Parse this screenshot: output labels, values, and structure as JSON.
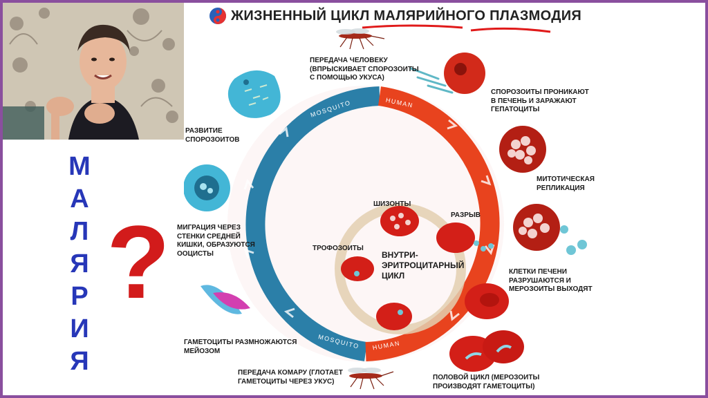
{
  "title": "ЖИЗНЕННЫЙ ЦИКЛ МАЛЯРИЙНОГО ПЛАЗМОДИЯ",
  "side_word": [
    "М",
    "А",
    "Л",
    "Я",
    "Р",
    "И",
    "Я"
  ],
  "question_mark": "?",
  "ring": {
    "top_left": "MOSQUITO",
    "top_right": "HUMAN",
    "bottom_left": "MOSQUITO",
    "bottom_right": "HUMAN",
    "colors": {
      "mosquito": "#2b7fa8",
      "human": "#e8431e"
    }
  },
  "inner_cycle": {
    "label": "ВНУТРИ-\nЭРИТРОЦИТАРНЫЙ\nЦИКЛ",
    "stages": {
      "schizonts": "ШИЗОНТЫ",
      "rupture": "РАЗРЫВ",
      "trophozoites": "ТРОФОЗОИТЫ"
    }
  },
  "stages": {
    "human_transmission": "ПЕРЕДАЧА ЧЕЛОВЕКУ\n(ВПРЫСКИВАЕТ СПОРОЗОИТЫ\nС ПОМОЩЬЮ УКУСА)",
    "sporozoites_liver": "СПОРОЗОИТЫ ПРОНИКАЮТ\nВ ПЕЧЕНЬ И ЗАРАЖАЮТ\nГЕПАТОЦИТЫ",
    "mitotic": "МИТОТИЧЕСКАЯ\nРЕПЛИКАЦИЯ",
    "liver_rupture": "КЛЕТКИ ПЕЧЕНИ\nРАЗРУШАЮТСЯ И\nМЕРОЗОИТЫ ВЫХОДЯТ",
    "sexual_cycle": "ПОЛОВОЙ ЦИКЛ (МЕРОЗОИТЫ\nПРОИЗВОДЯТ ГАМЕТОЦИТЫ)",
    "mosquito_transmission": "ПЕРЕДАЧА КОМАРУ (ГЛОТАЕТ\nГАМЕТОЦИТЫ ЧЕРЕЗ УКУС)",
    "gametocytes": "ГАМЕТОЦИТЫ РАЗМНОЖАЮТСЯ\nМЕЙОЗОМ",
    "migration": "МИГРАЦИЯ ЧЕРЕЗ\nСТЕНКИ СРЕДНЕЙ\nКИШКИ, ОБРАЗУЮТСЯ\nООЦИСТЫ",
    "sporozoite_dev": "РАЗВИТИЕ\nСПОРОЗОИТОВ"
  }
}
